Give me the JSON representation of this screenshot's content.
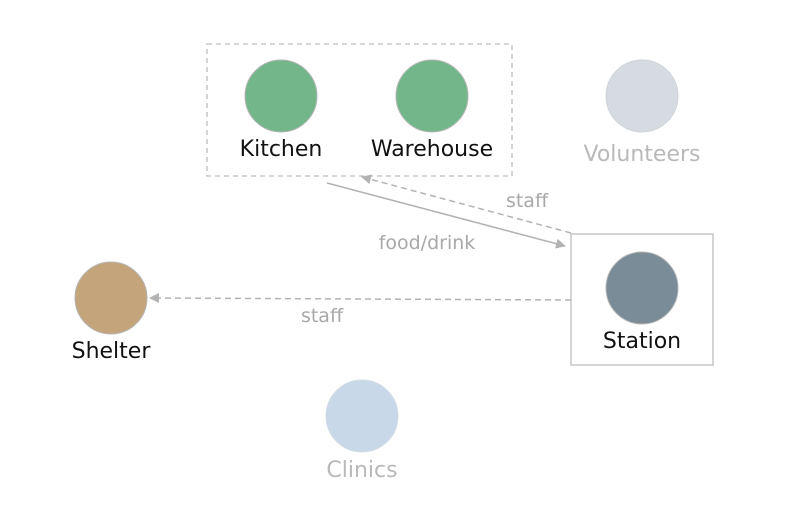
{
  "diagram": {
    "groups": [
      {
        "id": "group-kitchen-warehouse",
        "style": "dashed"
      },
      {
        "id": "group-station",
        "style": "solid"
      }
    ],
    "nodes": [
      {
        "id": "kitchen",
        "label": "Kitchen",
        "color": "#72b68a",
        "dimmed": false
      },
      {
        "id": "warehouse",
        "label": "Warehouse",
        "color": "#72b68a",
        "dimmed": false
      },
      {
        "id": "volunteers",
        "label": "Volunteers",
        "color": "#d5dbe0",
        "dimmed": true
      },
      {
        "id": "station",
        "label": "Station",
        "color": "#7a8c98",
        "dimmed": false
      },
      {
        "id": "shelter",
        "label": "Shelter",
        "color": "#c4a57b",
        "dimmed": false
      },
      {
        "id": "clinics",
        "label": "Clinics",
        "color": "#c9d8e8",
        "dimmed": true
      }
    ],
    "edges": [
      {
        "id": "edge-kitchen-station",
        "from": "Kitchen",
        "to": "Station",
        "label": "food/drink",
        "style": "solid"
      },
      {
        "id": "edge-station-kitchen",
        "from": "Station",
        "to": "Kitchen",
        "label": "staff",
        "style": "dashed"
      },
      {
        "id": "edge-station-shelter",
        "from": "Station",
        "to": "Shelter",
        "label": "staff",
        "style": "dashed"
      }
    ]
  },
  "colors": {
    "label_text": "#111111",
    "dimmed_text": "#b9b9b9",
    "edge": "#b3b3b3",
    "group_border": "#bdbdbd",
    "node_border": "#b5b5b5"
  }
}
